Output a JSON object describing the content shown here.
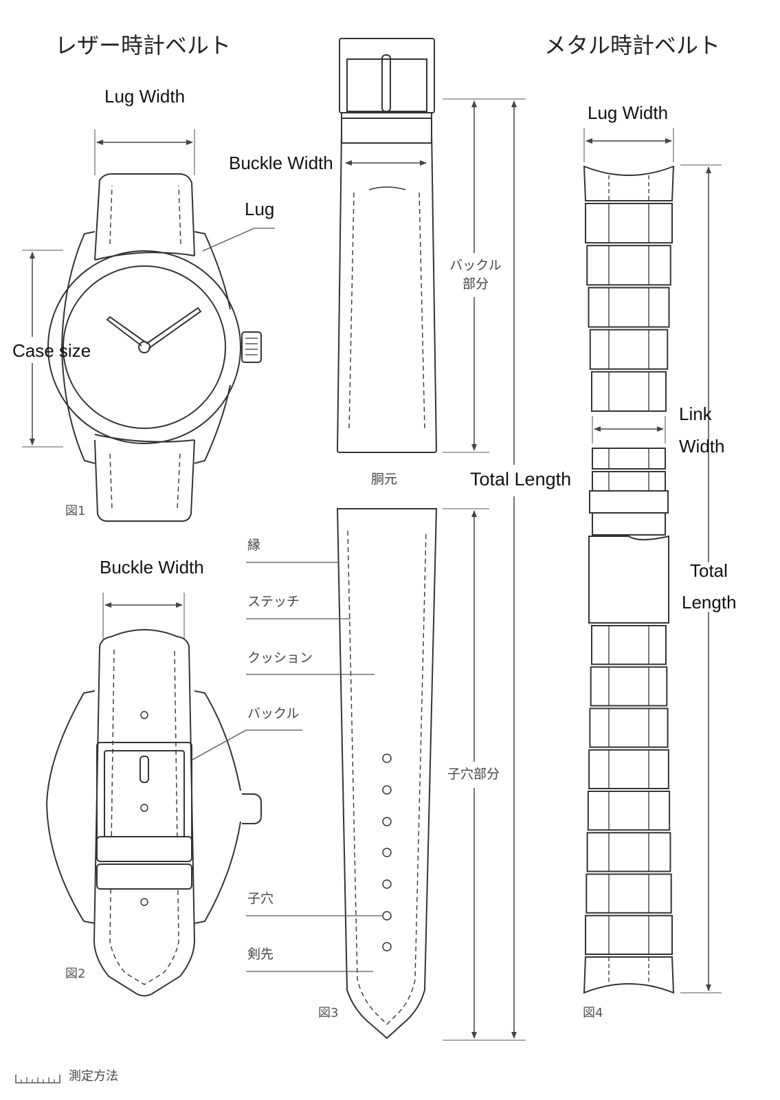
{
  "titles": {
    "leather": "レザー時計ベルト",
    "metal": "メタル時計ベルト"
  },
  "figure1": {
    "lug_width": "Lug Width",
    "buckle_width": "Buckle Width",
    "lug": "Lug",
    "case_size": "Case size",
    "fig_label": "図1"
  },
  "figure2": {
    "buckle_width": "Buckle Width",
    "fig_label": "図2"
  },
  "figure3": {
    "buckle_part": [
      "バックル",
      "部分"
    ],
    "dougen": "胴元",
    "total_length": "Total Length",
    "fuchi": "縁",
    "stitch": "ステッチ",
    "cushion": "クッション",
    "buckle": "バックル",
    "hole_part": "子穴部分",
    "hole": "子穴",
    "tip": "剣先",
    "fig_label": "図3"
  },
  "figure4": {
    "lug_width": "Lug Width",
    "link_width": [
      "Link",
      "Width"
    ],
    "total_length": [
      "Total",
      "Length"
    ],
    "fig_label": "図4"
  },
  "footer": {
    "measure_method": "測定方法"
  },
  "colors": {
    "line": "#333333",
    "guide": "#666666"
  }
}
